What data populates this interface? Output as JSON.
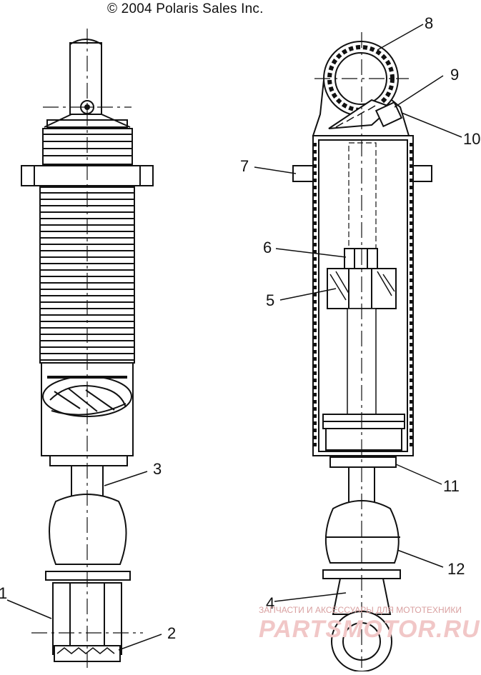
{
  "copyright": "© 2004 Polaris Sales Inc.",
  "callouts": [
    {
      "id": "1",
      "text": "1"
    },
    {
      "id": "2",
      "text": "2"
    },
    {
      "id": "3",
      "text": "3"
    },
    {
      "id": "4",
      "text": "4"
    },
    {
      "id": "5",
      "text": "5"
    },
    {
      "id": "6",
      "text": "6"
    },
    {
      "id": "7",
      "text": "7"
    },
    {
      "id": "8",
      "text": "8"
    },
    {
      "id": "9",
      "text": "9"
    },
    {
      "id": "10",
      "text": "10"
    },
    {
      "id": "11",
      "text": "11"
    },
    {
      "id": "12",
      "text": "12"
    }
  ],
  "watermark": {
    "small": "ЗАПЧАСТИ И АКСЕССУАРЫ ДЛЯ МОТОТЕХНИКИ",
    "big": "PARTSMOTOR.RU"
  }
}
